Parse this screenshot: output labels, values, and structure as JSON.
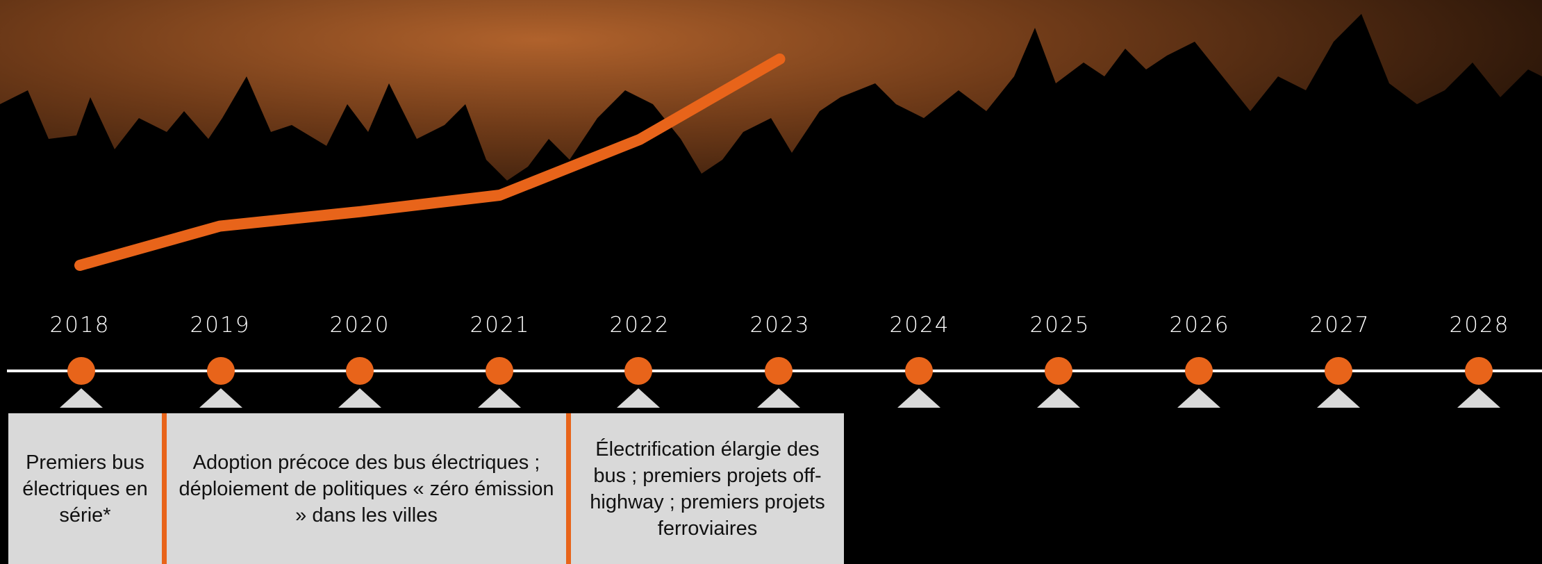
{
  "timeline": {
    "years": [
      "2018",
      "2019",
      "2020",
      "2021",
      "2022",
      "2023",
      "2024",
      "2025",
      "2026",
      "2027",
      "2028"
    ]
  },
  "chart_data": {
    "type": "line",
    "x": [
      "2018",
      "2019",
      "2020",
      "2021",
      "2022",
      "2023"
    ],
    "values": [
      0,
      0.19,
      0.26,
      0.34,
      0.61,
      1.0
    ],
    "color": "#e8641a"
  },
  "panels": [
    {
      "text": "Premiers bus électriques en série*"
    },
    {
      "text": "Adoption précoce des bus électriques ; déploiement de politiques « zéro émission » dans les villes"
    },
    {
      "text": "Électrification élargie des bus ; premiers projets off-highway ; premiers projets ferroviaires"
    }
  ],
  "colors": {
    "accent": "#e8641a",
    "panel": "#d9d9d9",
    "background": "#000000"
  }
}
